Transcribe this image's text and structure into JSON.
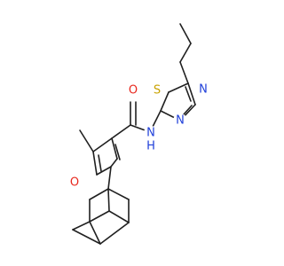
{
  "molecule": {
    "colors": {
      "bond": "#202020",
      "oxygen": "#e8281e",
      "nitrogen": "#1f3fd9",
      "sulfur": "#c9a200",
      "background": "#ffffff"
    },
    "atom_labels": {
      "carbonyl_oxygen": "O",
      "amide_nitrogen": "N",
      "amide_hydrogen": "H",
      "furan_oxygen": "O",
      "thiadiazole_sulfur": "S",
      "thiadiazole_n3": "N",
      "thiadiazole_n4": "N"
    }
  }
}
